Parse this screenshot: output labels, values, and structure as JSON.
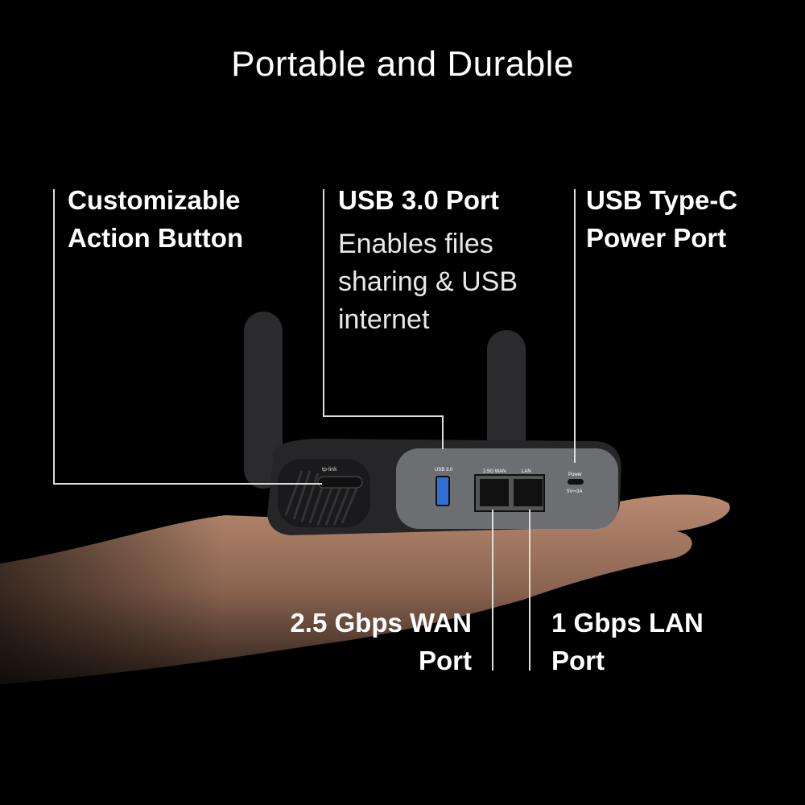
{
  "header": {
    "title": "Portable and Durable"
  },
  "callouts": {
    "action_button": {
      "line1": "Customizable",
      "line2": "Action Button"
    },
    "usb30": {
      "title": "USB 3.0 Port",
      "desc_line1": "Enables files",
      "desc_line2": "sharing & USB",
      "desc_line3": "internet"
    },
    "usbc": {
      "line1": "USB Type-C",
      "line2": "Power Port"
    },
    "wan": {
      "line1": "2.5 Gbps WAN",
      "line2": "Port"
    },
    "lan": {
      "line1": "1 Gbps LAN",
      "line2": "Port"
    }
  },
  "device": {
    "brand": "tp-link",
    "port_labels": {
      "usb": "USB 3.0",
      "wan": "2.5G WAN",
      "lan": "LAN",
      "power": "Power",
      "power_rating": "5V ⎓ 3A"
    },
    "colors": {
      "body": "#2a2a2c",
      "panel": "#6d6e72",
      "usb_blue": "#2f6fd6"
    }
  }
}
